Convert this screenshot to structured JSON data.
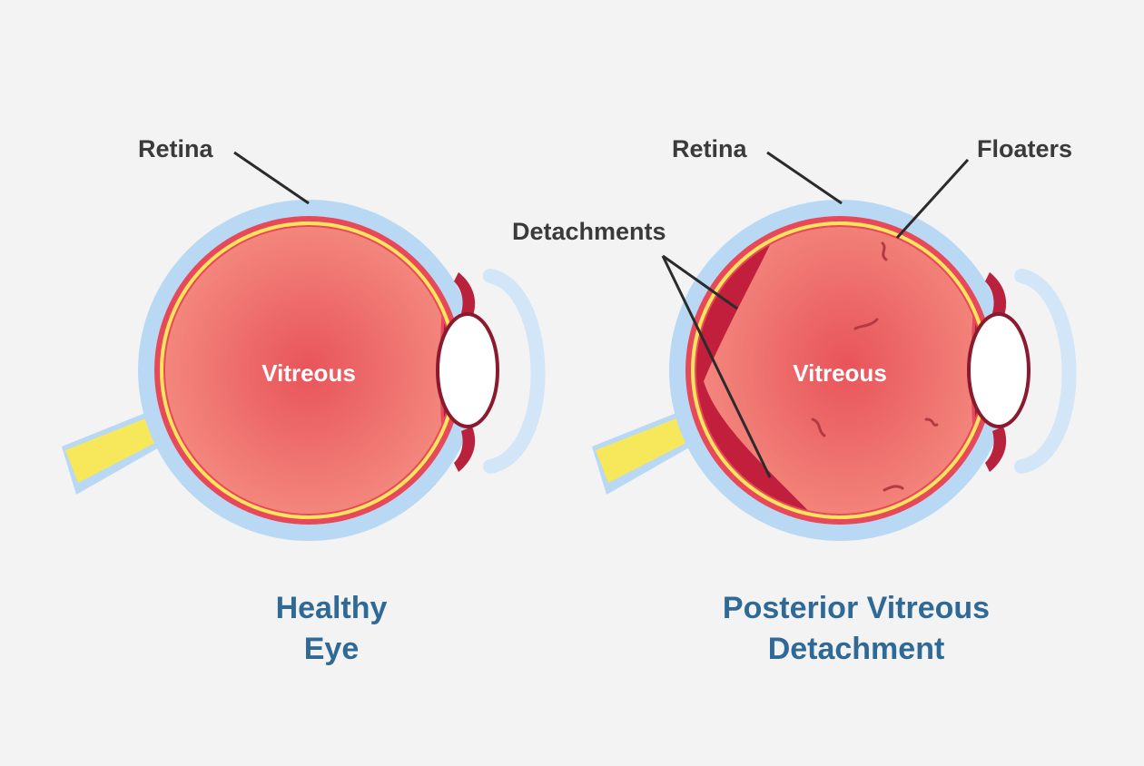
{
  "colors": {
    "background": "#f3f3f3",
    "sclera": "#b9d8f4",
    "choroid": "#e8495a",
    "retina_line": "#ffe45e",
    "vitreous": "#ef6f6f",
    "detachment": "#c21f3d",
    "optic_nerve": "#f6e85a",
    "lens": "#ffffff",
    "caption": "#2f6a96",
    "callout_text": "#3a3a3a",
    "floaters": "#b23a45"
  },
  "healthy_eye": {
    "retina_label": "Retina",
    "vitreous_label": "Vitreous",
    "caption_line1": "Healthy",
    "caption_line2": "Eye",
    "icon": "healthy-eye-icon"
  },
  "pvd_eye": {
    "retina_label": "Retina",
    "floaters_label": "Floaters",
    "detachments_label": "Detachments",
    "vitreous_label": "Vitreous",
    "caption_line1": "Posterior Vitreous",
    "caption_line2": "Detachment",
    "icon": "detached-eye-icon"
  }
}
